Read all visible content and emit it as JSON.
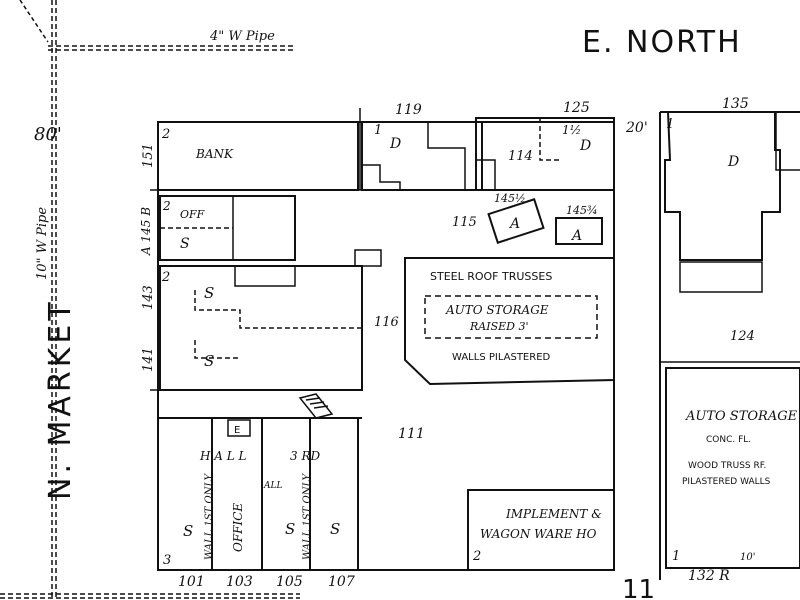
{
  "streets": {
    "north": "E. NORTH",
    "west": "N. MARKET",
    "west_width": "80'"
  },
  "pipes": {
    "top": "4\" W Pipe",
    "left": "10\" W Pipe"
  },
  "sheet_number": "11",
  "addresses": {
    "a119": "119",
    "a125": "125",
    "a135": "135",
    "a151": "151",
    "a145b": "A 145 B",
    "a143": "143",
    "a141": "141",
    "a101": "101",
    "a103": "103",
    "a105": "105",
    "a107": "107",
    "a114": "114",
    "a115": "115",
    "a116": "116",
    "a111": "111",
    "a124": "124",
    "a132": "132 R",
    "a145h": "145½",
    "a145q": "145¾"
  },
  "labels": {
    "bank": "BANK",
    "off": "OFF",
    "s": "S",
    "d": "D",
    "a": "A",
    "e": "E",
    "hall": "H A L L",
    "third": "3 RD",
    "all": "ALL",
    "office": "OFFICE",
    "wall_1st": "WALL 1ST ONLY",
    "steel_roof": "STEEL ROOF TRUSSES",
    "auto_storage": "AUTO STORAGE",
    "raised": "RAISED 3'",
    "walls_pilastered": "WALLS PILASTERED",
    "implement": "IMPLEMENT &",
    "wagon": "WAGON WARE HO",
    "auto_storage_r": "AUTO STORAGE",
    "conc": "CONC. FL.",
    "wood_truss": "WOOD TRUSS RF.",
    "pilastered_walls": "PILASTERED WALLS",
    "twenty": "20'",
    "ten": "10'"
  },
  "stories": {
    "one": "1",
    "two": "2",
    "three": "3",
    "half": "1½"
  }
}
